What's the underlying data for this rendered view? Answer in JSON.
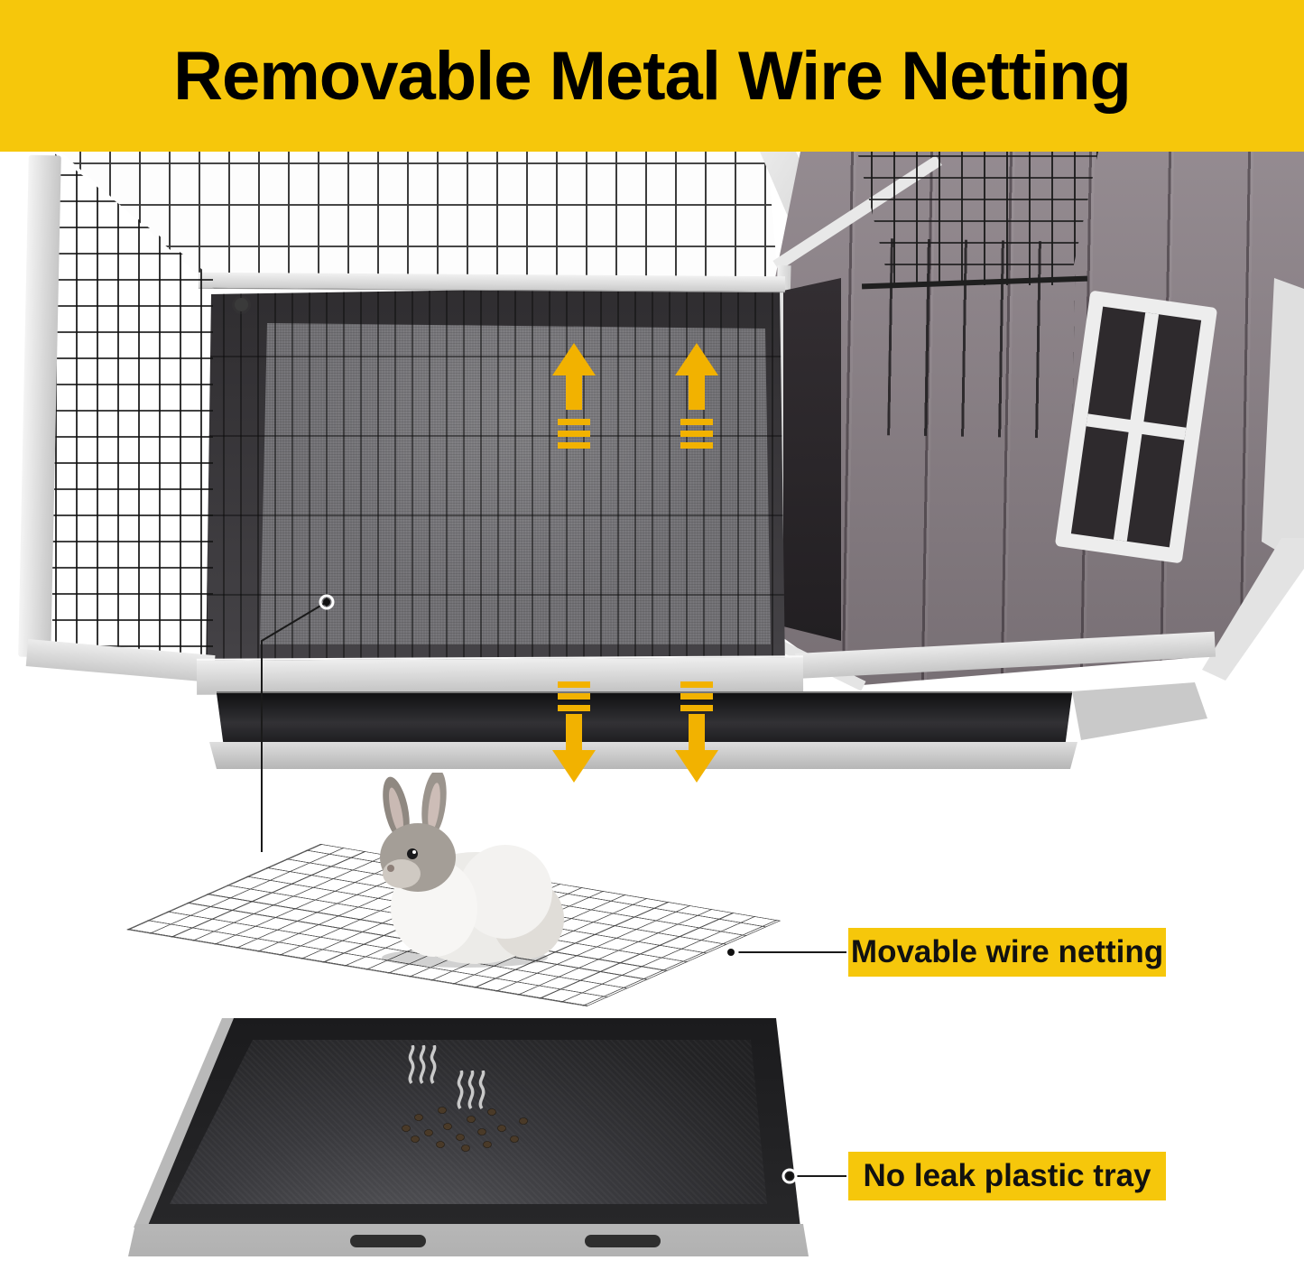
{
  "banner": {
    "title": "Removable Metal Wire Netting",
    "background": "#F6C70B",
    "text_color": "#000000"
  },
  "callouts": [
    {
      "label": "Movable wire netting"
    },
    {
      "label": "No leak plastic tray"
    }
  ],
  "colors": {
    "accent_yellow": "#F6C70B",
    "arrow_yellow": "#F2B200",
    "tray_black": "#1d1d1f",
    "house_wood": "#8b8187",
    "frame_gray": "#d9d9d9"
  },
  "icons": {
    "up_arrow": "▲",
    "down_arrow": "▼",
    "steam": "♨",
    "callout_dot": "•"
  }
}
